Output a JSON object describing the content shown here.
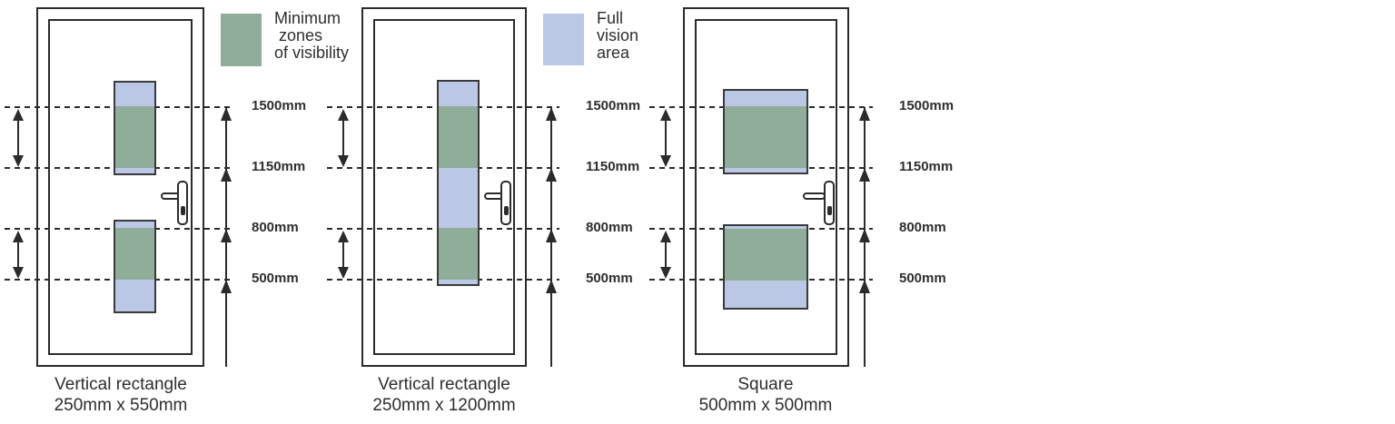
{
  "colors": {
    "min-zone": "#8FAD99",
    "full-vision": "#BAC8E6",
    "line": "#2b2b2b",
    "text": "#2e2e2e"
  },
  "legends": [
    {
      "name": "minimum-zones-of-visibility",
      "label": "Minimum\n zones\nof visibility"
    },
    {
      "name": "full-vision-area",
      "label": "Full\nvision\narea"
    }
  ],
  "dim_labels": [
    "1500mm",
    "1150mm",
    "800mm",
    "500mm"
  ],
  "doors": [
    {
      "caption": [
        "Vertical rectangle",
        "250mm x 550mm"
      ]
    },
    {
      "caption": [
        "Vertical rectangle",
        "250mm x 1200mm"
      ]
    },
    {
      "caption": [
        "Square",
        "500mm x 500mm"
      ]
    }
  ]
}
